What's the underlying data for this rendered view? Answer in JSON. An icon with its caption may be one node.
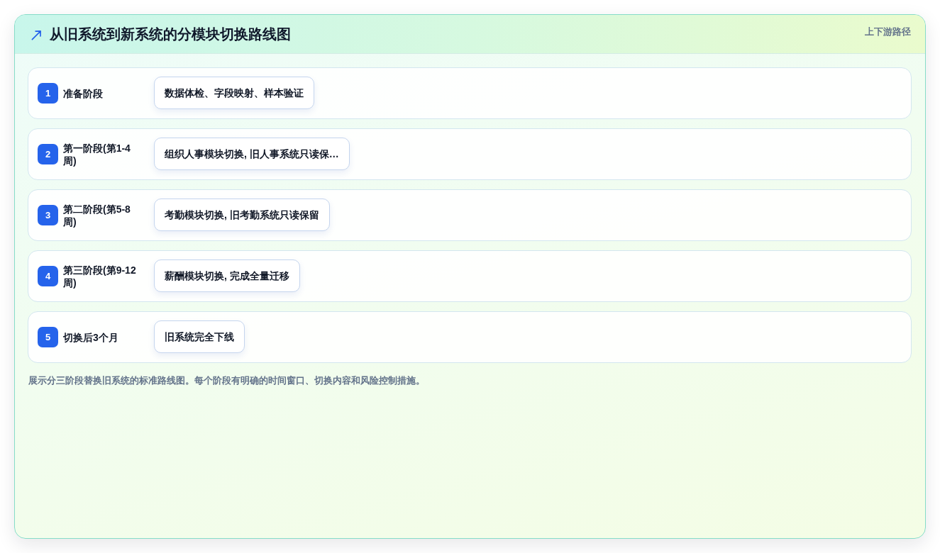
{
  "diagram": {
    "title": "从旧系统到新系统的分模块切换路线图",
    "caption": "展示分三阶段替换旧系统的标准路线图。每个阶段有明确的时间窗口、切换内容和风险控制措施。",
    "nodes": [
      {
        "text": [
          "准备阶段"
        ]
      },
      {
        "text": [
          "1"
        ],
        "in": 0
      },
      {
        "text": [
          "数据体检、字段映射、样本验证"
        ],
        "in": 0
      },
      {
        "text": [
          "第一阶段(第1-4周)"
        ]
      },
      {
        "text": [
          "2"
        ],
        "in": 3
      },
      {
        "text": [
          "组织人事模块切换, 旧人事系统只读保…"
        ],
        "in": 3
      },
      {
        "text": [
          "第二阶段(第5-8周)"
        ]
      },
      {
        "text": [
          "3"
        ],
        "in": 6
      },
      {
        "text": [
          "考勤模块切换, 旧考勤系统只读保留"
        ],
        "in": 6
      },
      {
        "text": [
          "第三阶段(第9-12周)"
        ]
      },
      {
        "text": [
          "4"
        ],
        "in": 9
      },
      {
        "text": [
          "薪酬模块切换, 完成全量迁移"
        ],
        "in": 9
      },
      {
        "text": [
          "切换后3个月"
        ]
      },
      {
        "text": [
          "5"
        ],
        "in": 12
      },
      {
        "text": [
          "旧系统完全下线"
        ],
        "in": 12
      }
    ],
    "labels": [
      "上下游路径"
    ]
  }
}
